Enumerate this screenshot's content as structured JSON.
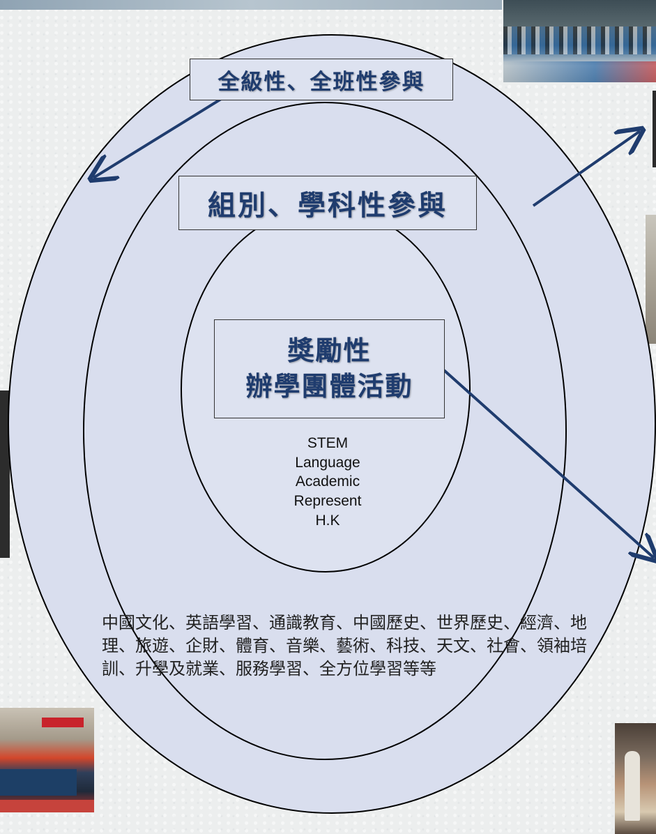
{
  "diagram": {
    "outer_label": "全級性、全班性參與",
    "middle_label": "組別、學科性參與",
    "inner_label_line1": "獎勵性",
    "inner_label_line2": "辦學團體活動",
    "inner_list": [
      "STEM",
      "Language",
      "Academic",
      "Represent",
      "H.K"
    ],
    "subjects_text": "中國文化、英語學習、通識教育、中國歷史、世界歷史、經濟、地理、旅遊、企財、體育、音樂、藝術、科技、天文、社會、領袖培訓、升學及就業、服務學習、全方位學習等等"
  },
  "colors": {
    "outer_fill": "#d9deee",
    "inner_fill": "#dde2f0",
    "arrow": "#1f3c6e",
    "stroke": "#000000"
  },
  "photos": [
    {
      "icon": "orchestra-photo"
    },
    {
      "icon": "school-event-photo"
    },
    {
      "icon": "people-photo"
    }
  ]
}
